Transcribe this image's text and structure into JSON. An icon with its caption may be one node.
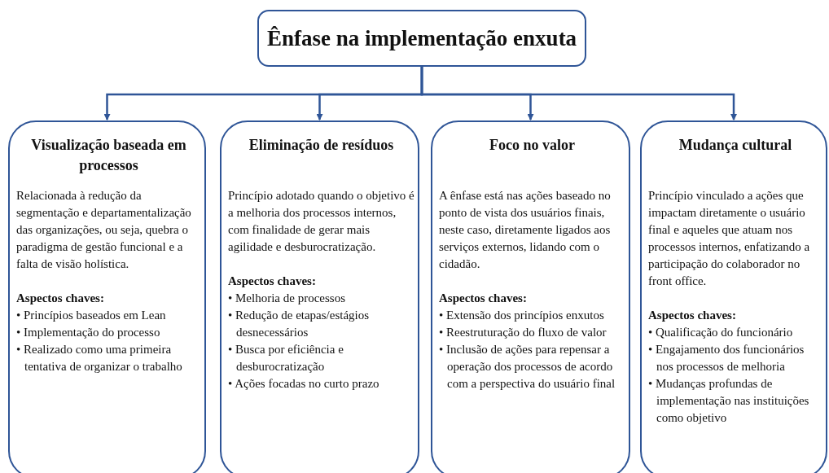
{
  "diagram": {
    "nodes": [
      {
        "text": [
          "Ênfase na implementação enxuta"
        ]
      },
      {
        "text": [
          "Visualização baseada em processos",
          "Relacionada à redução da segmentação e departamentalização das organizações, ou seja, quebra o paradigma de gestão funcional e a falta de visão holística.",
          "Aspectos chaves:",
          "• Princípios baseados em Lean",
          "• Implementação do processo",
          "• Realizado como uma primeira tentativa de organizar o trabalho"
        ]
      },
      {
        "text": [
          "Eliminação de resíduos",
          "Princípio adotado quando o objetivo é a melhoria dos processos internos, com finalidade de gerar mais agilidade e desburocratização.",
          "Aspectos chaves:",
          "• Melhoria de processos",
          "• Redução de etapas/estágios desnecessários",
          "• Busca por eficiência e desburocratização",
          "• Ações focadas no curto prazo"
        ]
      },
      {
        "text": [
          "Foco no valor",
          "A ênfase está nas ações baseado no ponto de vista dos usuários finais, neste caso, diretamente ligados aos serviços externos, lidando com o cidadão.",
          "Aspectos chaves:",
          "• Extensão dos princípios enxutos",
          "• Reestruturação do fluxo de valor",
          "• Inclusão de ações para repensar a operação dos processos de acordo com a perspectiva do usuário final"
        ]
      },
      {
        "text": [
          "Mudança cultural",
          "Princípio vinculado a ações que impactam diretamente o usuário final e aqueles que atuam nos processos internos, enfatizando a participação do colaborador no front office.",
          "Aspectos chaves:",
          "• Qualificação do funcionário",
          "• Engajamento dos funcionários nos processos de melhoria",
          "• Mudanças profundas de implementação nas instituições como objetivo"
        ]
      }
    ],
    "edges": [
      {
        "from": 0,
        "to": 1,
        "arrow": "to"
      },
      {
        "from": 0,
        "to": 2,
        "arrow": "to"
      },
      {
        "from": 0,
        "to": 3,
        "arrow": "to"
      },
      {
        "from": 0,
        "to": 4,
        "arrow": "to"
      }
    ]
  }
}
